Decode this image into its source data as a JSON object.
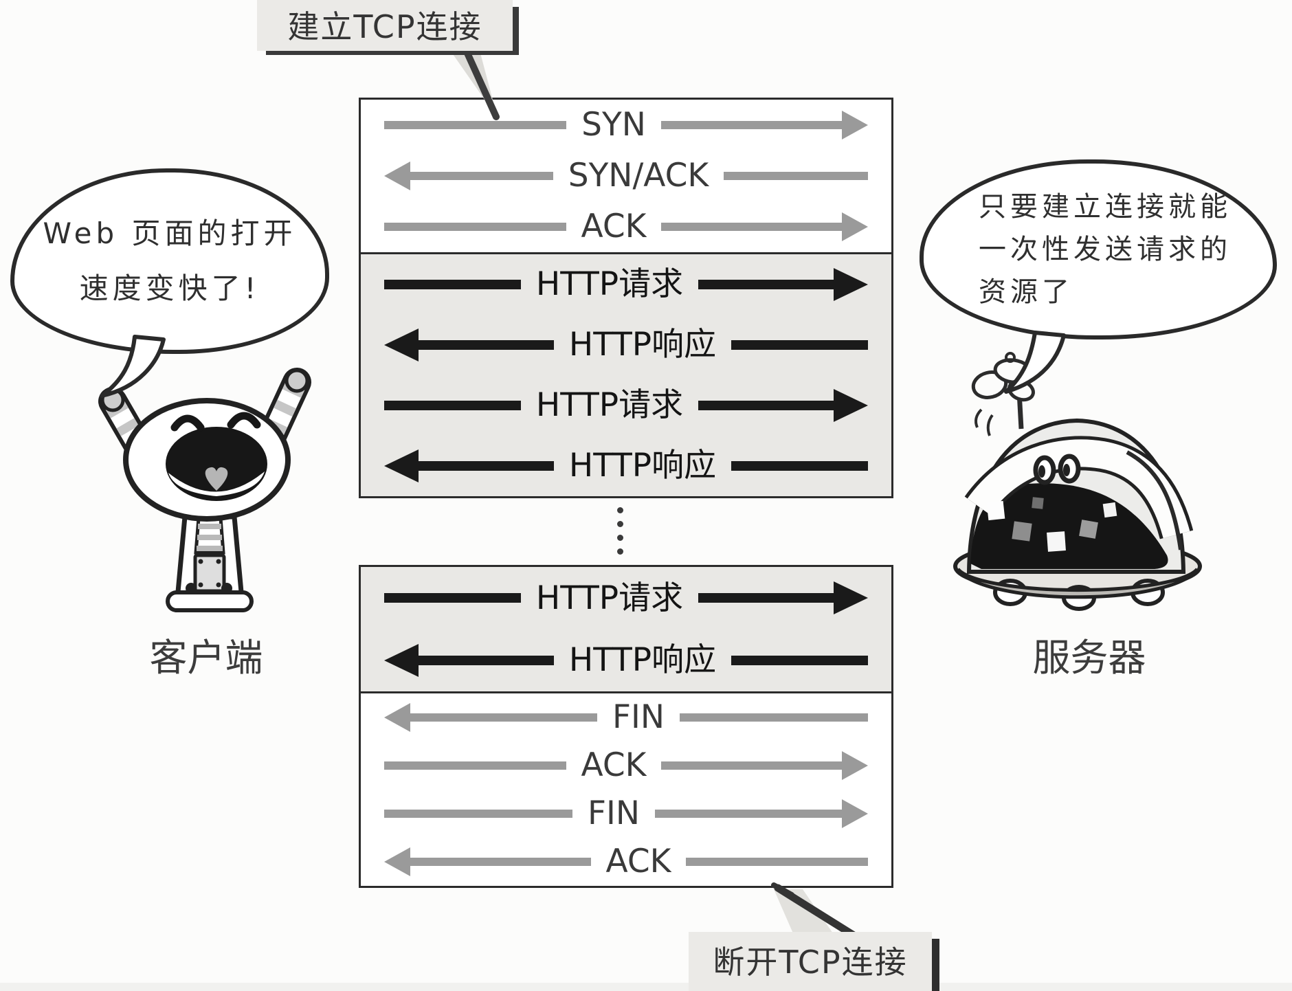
{
  "callouts": {
    "establish_tcp": "建立TCP连接",
    "close_tcp": "断开TCP连接"
  },
  "client": {
    "label": "客户端",
    "speech": [
      "Web 页面的打开",
      "速度变快了!"
    ]
  },
  "server": {
    "label": "服务器",
    "speech": [
      "只要建立连接就能",
      "一次性发送请求的",
      "资源了"
    ]
  },
  "sequence": {
    "tcp_open": [
      {
        "label": "SYN",
        "direction": "right",
        "color": "gray"
      },
      {
        "label": "SYN/ACK",
        "direction": "left",
        "color": "gray"
      },
      {
        "label": "ACK",
        "direction": "right",
        "color": "gray"
      }
    ],
    "http_batch_1": [
      {
        "label": "HTTP请求",
        "direction": "right",
        "color": "black"
      },
      {
        "label": "HTTP响应",
        "direction": "left",
        "color": "black"
      },
      {
        "label": "HTTP请求",
        "direction": "right",
        "color": "black"
      },
      {
        "label": "HTTP响应",
        "direction": "left",
        "color": "black"
      }
    ],
    "http_batch_2": [
      {
        "label": "HTTP请求",
        "direction": "right",
        "color": "black"
      },
      {
        "label": "HTTP响应",
        "direction": "left",
        "color": "black"
      }
    ],
    "tcp_close": [
      {
        "label": "FIN",
        "direction": "left",
        "color": "gray"
      },
      {
        "label": "ACK",
        "direction": "right",
        "color": "gray"
      },
      {
        "label": "FIN",
        "direction": "right",
        "color": "gray"
      },
      {
        "label": "ACK",
        "direction": "left",
        "color": "gray"
      }
    ]
  },
  "colors": {
    "arrow_gray": "#9a9a9a",
    "arrow_black": "#1a1a1a",
    "shade_bg": "#e9e8e5",
    "callout_bg": "#ebeae7",
    "outline": "#2b2b2b"
  }
}
